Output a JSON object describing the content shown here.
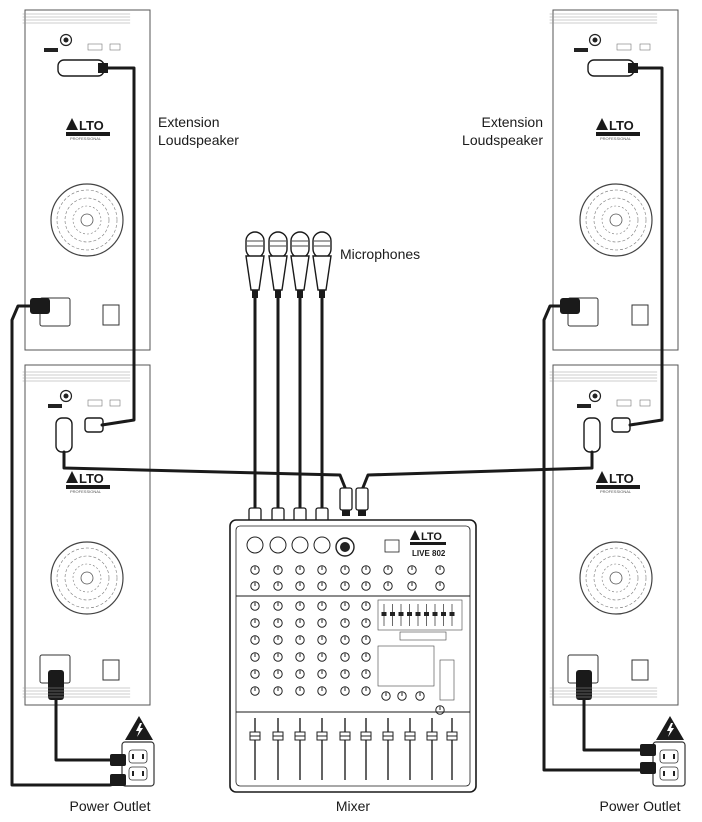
{
  "labels": {
    "extension_left": [
      "Extension",
      "Loudspeaker"
    ],
    "extension_right": [
      "Extension",
      "Loudspeaker"
    ],
    "microphones": "Microphones",
    "mixer": "Mixer",
    "power_outlet_left": "Power Outlet",
    "power_outlet_right": "Power Outlet"
  },
  "brand": {
    "logo": "ALTO",
    "logo_sub": "PROFESSIONAL",
    "mixer_model": "LIVE 802"
  },
  "colors": {
    "stroke": "#333333",
    "cable": "#1a1a1a",
    "panel_fill": "#ffffff"
  },
  "icons": [
    "xlr-connector-icon",
    "power-socket-icon",
    "electric-hazard-icon",
    "vent-grille-icon",
    "microphone-icon"
  ]
}
